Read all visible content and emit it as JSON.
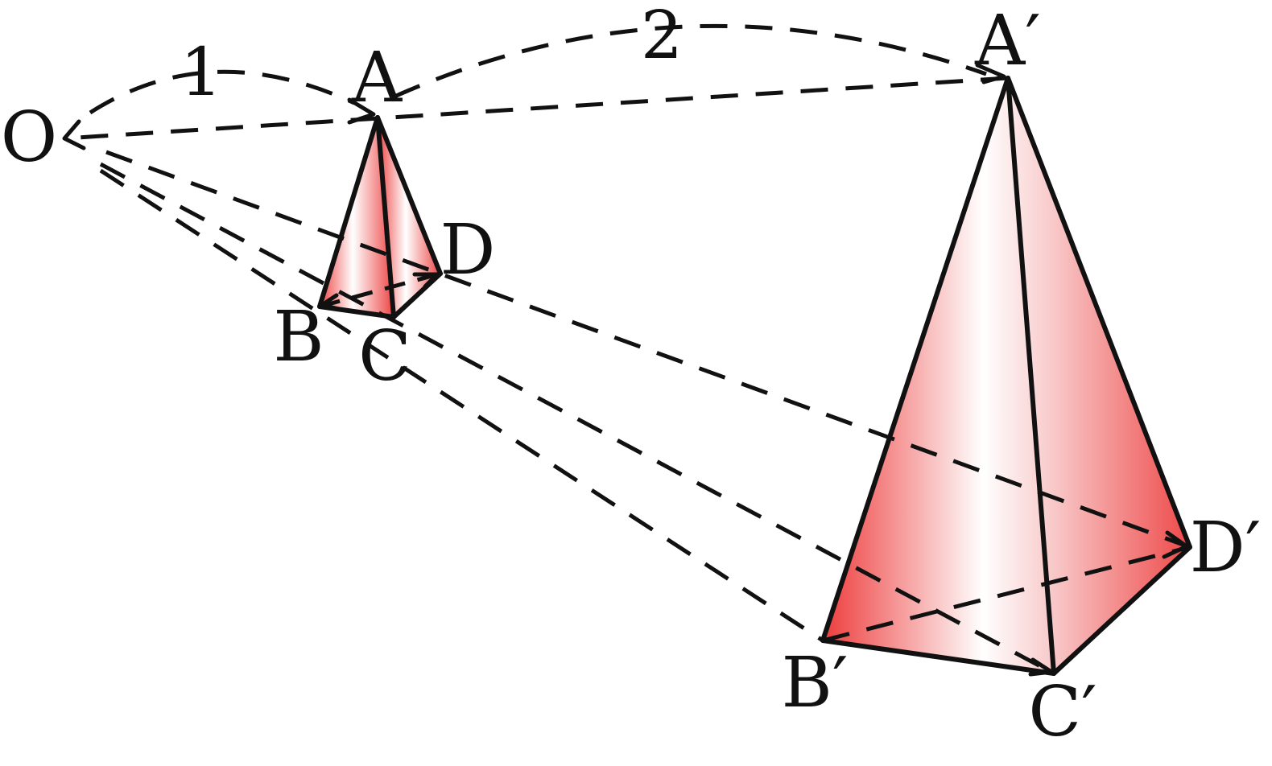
{
  "labels": {
    "O": "O",
    "A": "A",
    "B": "B",
    "C": "C",
    "D": "D",
    "A_prime": "A′",
    "B_prime": "B′",
    "C_prime": "C′",
    "D_prime": "D′"
  },
  "ratios": {
    "first": "1",
    "second": "2"
  },
  "colors": {
    "face_red": "#ee4444",
    "face_light": "#ffffff",
    "line": "#111111"
  }
}
